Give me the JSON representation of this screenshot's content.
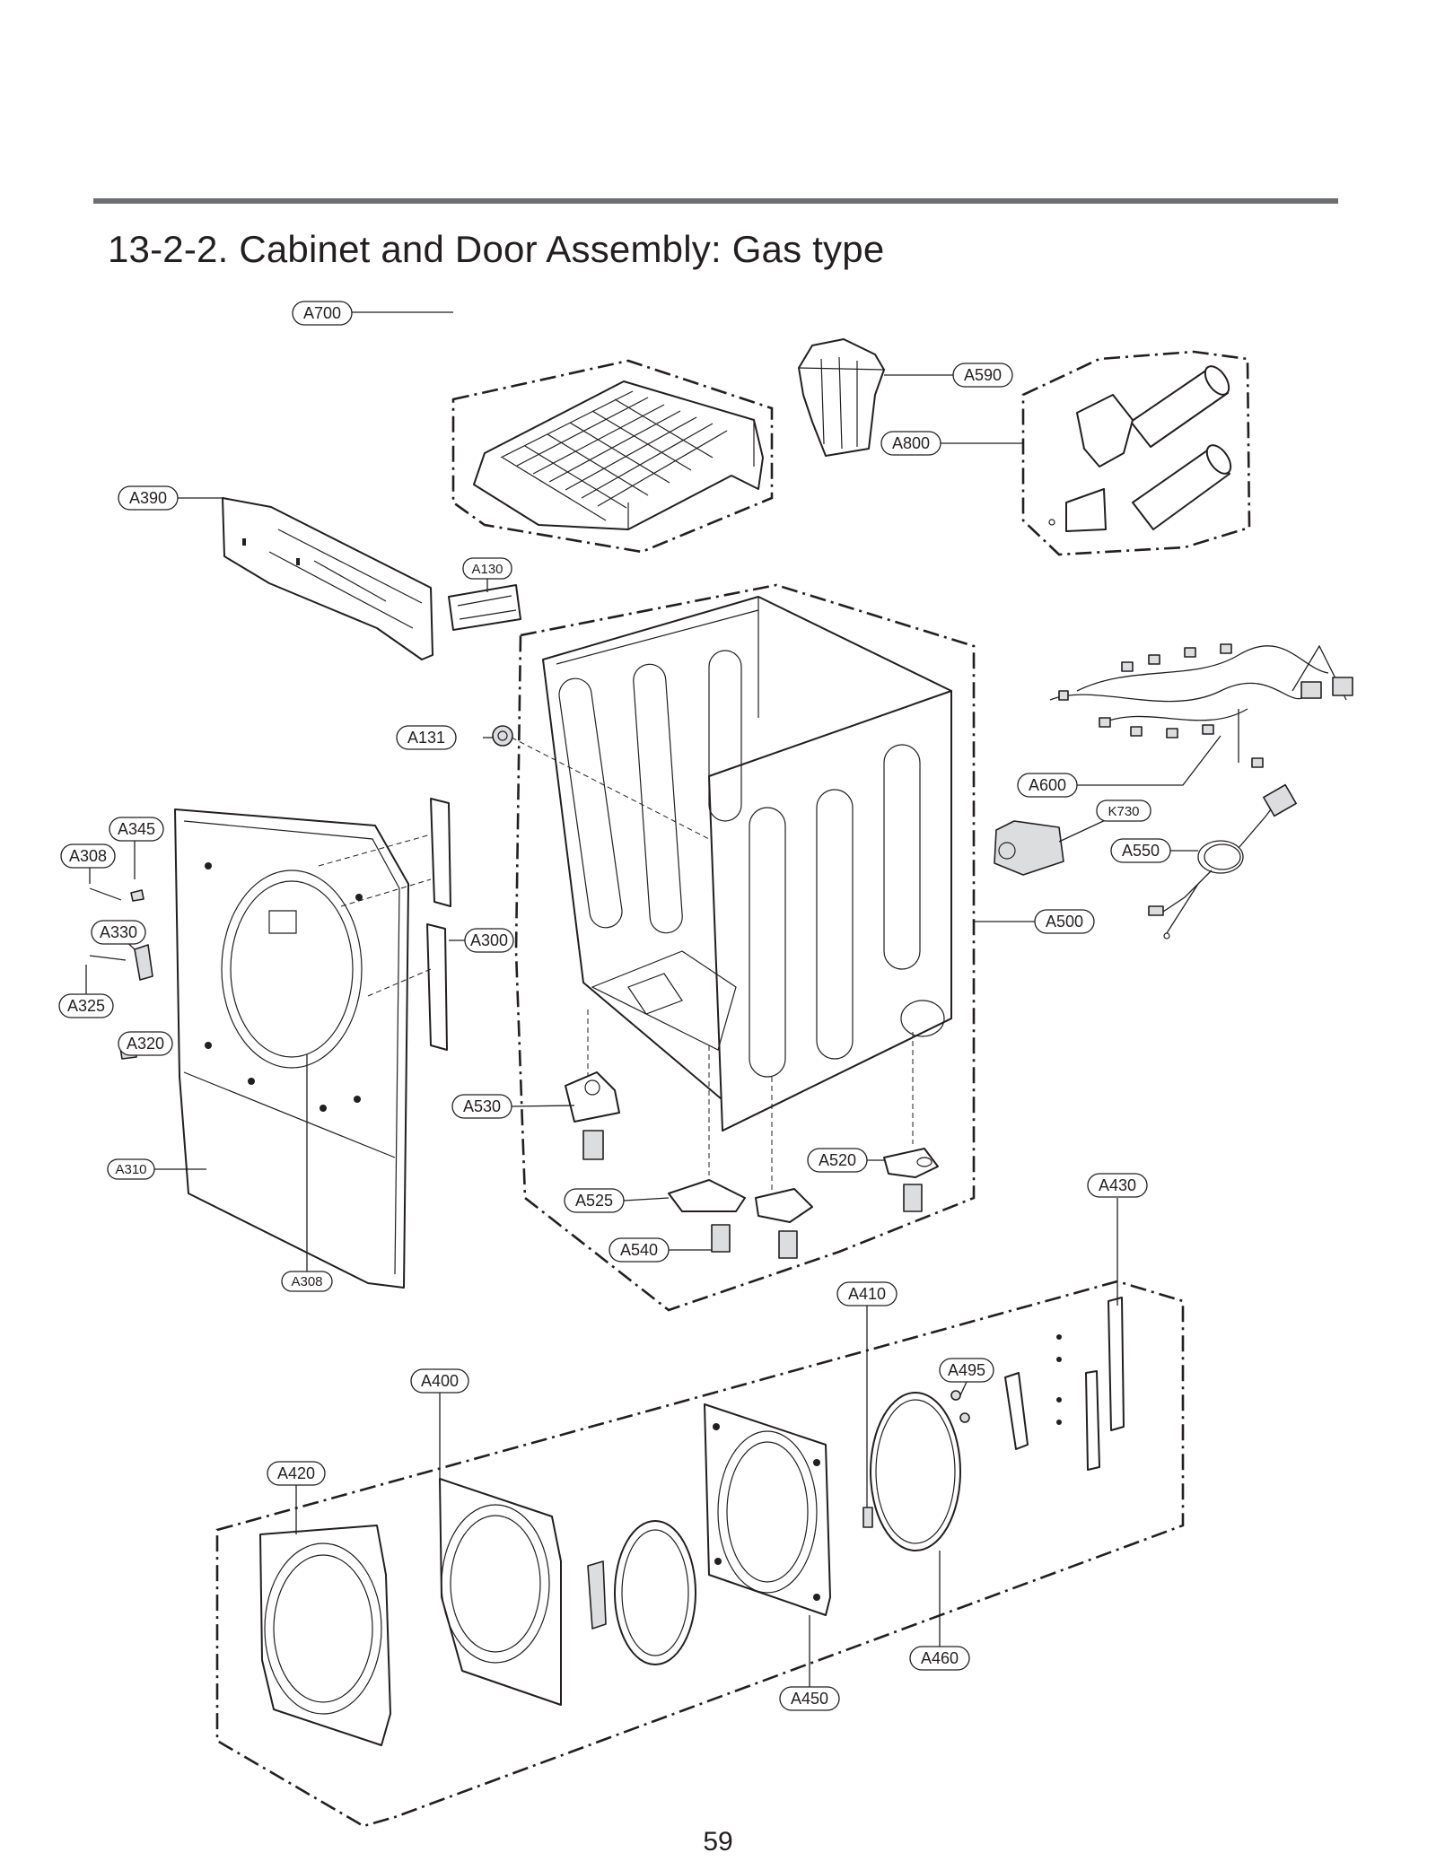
{
  "title": "13-2-2. Cabinet and Door Assembly: Gas type",
  "page_number": "59",
  "callouts": [
    {
      "id": "a700",
      "label": "A700"
    },
    {
      "id": "a590",
      "label": "A590"
    },
    {
      "id": "a800",
      "label": "A800"
    },
    {
      "id": "a390",
      "label": "A390"
    },
    {
      "id": "a130",
      "label": "A130"
    },
    {
      "id": "a131",
      "label": "A131"
    },
    {
      "id": "a600",
      "label": "A600"
    },
    {
      "id": "k730",
      "label": "K730"
    },
    {
      "id": "a550",
      "label": "A550"
    },
    {
      "id": "a345",
      "label": "A345"
    },
    {
      "id": "a308-top",
      "label": "A308"
    },
    {
      "id": "a330",
      "label": "A330"
    },
    {
      "id": "a300",
      "label": "A300"
    },
    {
      "id": "a500",
      "label": "A500"
    },
    {
      "id": "a325",
      "label": "A325"
    },
    {
      "id": "a320",
      "label": "A320"
    },
    {
      "id": "a530",
      "label": "A530"
    },
    {
      "id": "a520",
      "label": "A520"
    },
    {
      "id": "a310",
      "label": "A310"
    },
    {
      "id": "a525",
      "label": "A525"
    },
    {
      "id": "a430",
      "label": "A430"
    },
    {
      "id": "a540",
      "label": "A540"
    },
    {
      "id": "a308-bottom",
      "label": "A308"
    },
    {
      "id": "a410",
      "label": "A410"
    },
    {
      "id": "a495",
      "label": "A495"
    },
    {
      "id": "a400",
      "label": "A400"
    },
    {
      "id": "a420",
      "label": "A420"
    },
    {
      "id": "a460",
      "label": "A460"
    },
    {
      "id": "a450",
      "label": "A450"
    }
  ]
}
